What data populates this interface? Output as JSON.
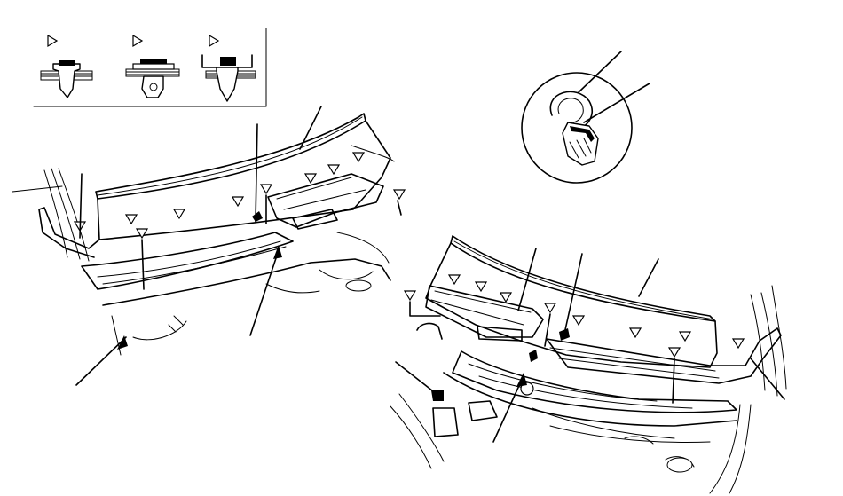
{
  "figure": {
    "panels": [
      {
        "id": "clip-types",
        "items": [
          "clip-type-a",
          "clip-type-b",
          "clip-type-c"
        ]
      },
      {
        "id": "detail-inset",
        "items": [
          "hose-loop",
          "retainer-clip"
        ]
      },
      {
        "id": "cowl-left-view",
        "items": [
          "cowl-cover",
          "under-cowl-panel",
          "clips"
        ]
      },
      {
        "id": "cowl-right-view",
        "items": [
          "cowl-cover",
          "under-cowl-panel",
          "clips"
        ]
      }
    ],
    "colors": {
      "line": "#000000",
      "background": "#ffffff"
    }
  }
}
